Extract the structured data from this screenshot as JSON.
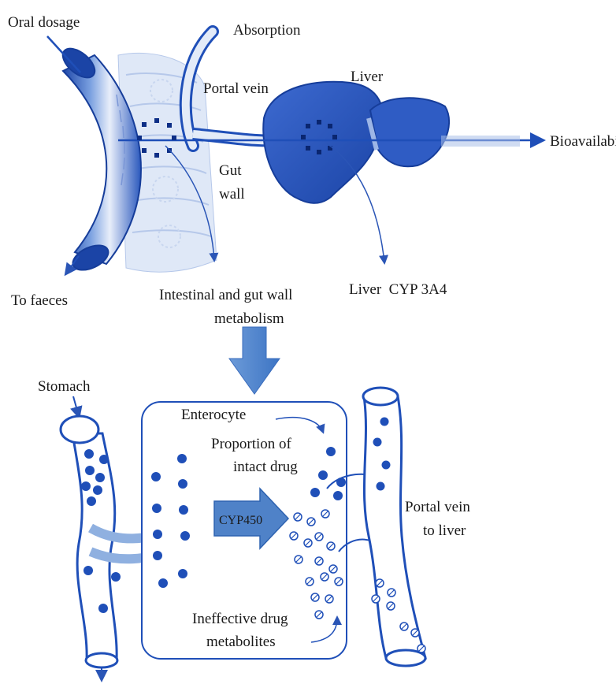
{
  "top": {
    "oral_dosage": "Oral dosage",
    "absorption": "Absorption",
    "portal_vein": "Portal vein",
    "liver": "Liver",
    "bioavailability": "Bioavailability",
    "gut_wall_line1": "Gut",
    "gut_wall_line2": "wall",
    "to_faeces": "To faeces",
    "intestinal_line1": "Intestinal and gut wall",
    "intestinal_line2": "metabolism",
    "liver_cyp": "Liver  CYP 3A4"
  },
  "bottom": {
    "stomach": "Stomach",
    "enterocyte": "Enterocyte",
    "proportion_line1": "Proportion of",
    "proportion_line2": "intact drug",
    "cyp450": "CYP450",
    "portal_line1": "Portal vein",
    "portal_line2": "to liver",
    "ineffective_line1": "Ineffective drug",
    "ineffective_line2": "metabolites"
  },
  "colors": {
    "primary_blue": "#1f4fb8",
    "light_blue": "#6f95d8",
    "pale_blue": "#cfdcf2",
    "arrow_blue": "#5b8fd0"
  }
}
